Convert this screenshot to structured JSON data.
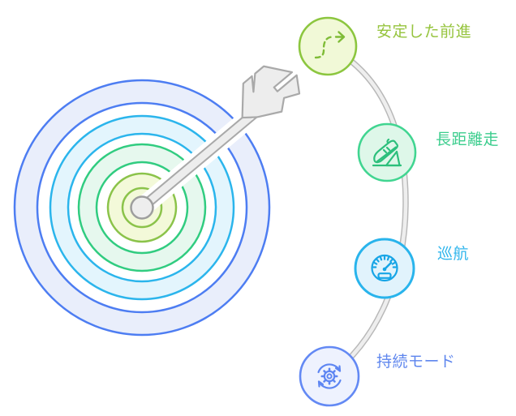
{
  "diagram": {
    "type": "target-journey-diagram",
    "background": "#ffffff",
    "target": {
      "rings": [
        {
          "color": "#4d7df2",
          "fill": "#e9eefb"
        },
        {
          "color": "#2bb5ec",
          "fill": "#e3f5fd"
        },
        {
          "color": "#31cc80",
          "fill": "#e6f8ee"
        },
        {
          "color": "#8bc34a",
          "fill": "#f3f9d9"
        }
      ],
      "arrow": {
        "fill": "#ededed",
        "stroke": "#a9a9a9"
      }
    },
    "connector": {
      "edge_color": "#b8b8b8",
      "fill_color": "#eeeeee"
    },
    "nodes": [
      {
        "label": "安定した前進",
        "icon": "dashed-arrow-icon",
        "circle_fill": "#f1f9d7",
        "circle_stroke": "#8cc63f",
        "label_color": "#96c43e"
      },
      {
        "label": "長距離走",
        "icon": "running-shoe-icon",
        "circle_fill": "#def7e9",
        "circle_stroke": "#41d591",
        "label_color": "#3bcd8d"
      },
      {
        "label": "巡航",
        "icon": "speedometer-icon",
        "circle_fill": "#e1f3fc",
        "circle_stroke": "#29b4ec",
        "label_color": "#2fb5ec"
      },
      {
        "label": "持続モード",
        "icon": "gear-sync-icon",
        "circle_fill": "#eef2fe",
        "circle_stroke": "#6389f4",
        "label_color": "#5e86ee"
      }
    ]
  }
}
